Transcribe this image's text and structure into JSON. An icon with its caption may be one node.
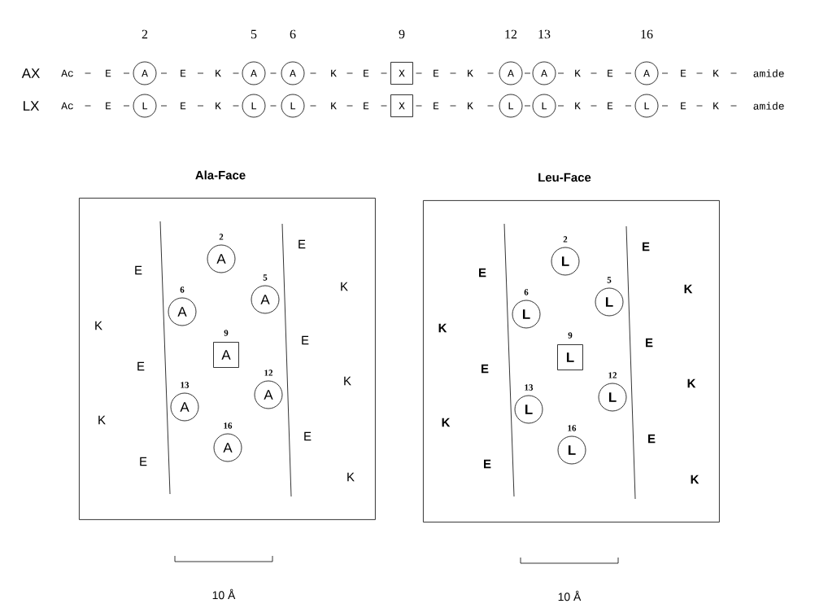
{
  "diagram": {
    "nodes": [
      {
        "text": [
          "A"
        ],
        "beside": [
          "2"
        ]
      },
      {
        "text": [
          "A"
        ],
        "beside": [
          "5"
        ]
      },
      {
        "text": [
          "A"
        ],
        "beside": [
          "6"
        ]
      },
      {
        "text": [
          "X"
        ],
        "beside": [
          "9"
        ]
      },
      {
        "text": [
          "A"
        ],
        "beside": [
          "12"
        ]
      },
      {
        "text": [
          "A"
        ],
        "beside": [
          "13"
        ]
      },
      {
        "text": [
          "A"
        ],
        "beside": [
          "16"
        ]
      },
      {
        "text": [
          "L"
        ]
      },
      {
        "text": [
          "L"
        ]
      },
      {
        "text": [
          "L"
        ]
      },
      {
        "text": [
          "X"
        ]
      },
      {
        "text": [
          "L"
        ]
      },
      {
        "text": [
          "L"
        ]
      },
      {
        "text": [
          "L"
        ]
      },
      {
        "text": [
          "Ala-Face"
        ]
      },
      {
        "text": [
          "A"
        ],
        "beside": [
          "2"
        ],
        "in": 14
      },
      {
        "text": [
          "A"
        ],
        "beside": [
          "5"
        ],
        "in": 14
      },
      {
        "text": [
          "A"
        ],
        "beside": [
          "6"
        ],
        "in": 14
      },
      {
        "text": [
          "A"
        ],
        "beside": [
          "9"
        ],
        "in": 14
      },
      {
        "text": [
          "A"
        ],
        "beside": [
          "12"
        ],
        "in": 14
      },
      {
        "text": [
          "A"
        ],
        "beside": [
          "13"
        ],
        "in": 14
      },
      {
        "text": [
          "A"
        ],
        "beside": [
          "16"
        ],
        "in": 14
      },
      {
        "text": [
          "Leu-Face"
        ]
      },
      {
        "text": [
          "L"
        ],
        "beside": [
          "2"
        ],
        "in": 22
      },
      {
        "text": [
          "L"
        ],
        "beside": [
          "5"
        ],
        "in": 22
      },
      {
        "text": [
          "L"
        ],
        "beside": [
          "6"
        ],
        "in": 22
      },
      {
        "text": [
          "L"
        ],
        "beside": [
          "9"
        ],
        "in": 22
      },
      {
        "text": [
          "L"
        ],
        "beside": [
          "12"
        ],
        "in": 22
      },
      {
        "text": [
          "L"
        ],
        "beside": [
          "13"
        ],
        "in": 22
      },
      {
        "text": [
          "L"
        ],
        "beside": [
          "16"
        ],
        "in": 22
      }
    ],
    "labels": [
      "AX",
      "Ac",
      "E",
      "E",
      "K",
      "K",
      "E",
      "E",
      "K",
      "K",
      "E",
      "E",
      "K",
      "amide",
      "LX",
      "Ac",
      "E",
      "E",
      "K",
      "K",
      "E",
      "E",
      "K",
      "K",
      "E",
      "E",
      "K",
      "amide",
      "E",
      "E",
      "K",
      "K",
      "E",
      "E",
      "K",
      "K",
      "E",
      "E",
      "K",
      "E",
      "E",
      "K",
      "K",
      "E",
      "E",
      "K",
      "K",
      "E",
      "E",
      "K",
      "10 Å",
      "10 Å"
    ]
  }
}
